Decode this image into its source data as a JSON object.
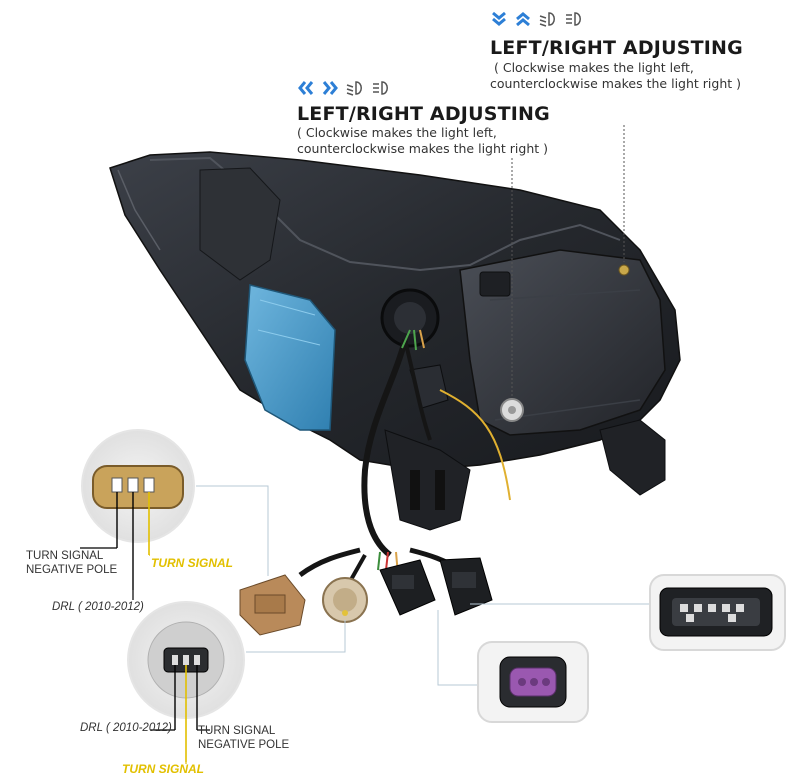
{
  "annotations": {
    "top_right": {
      "heading": "LEFT/RIGHT ADJUSTING",
      "line1": "( Clockwise makes the light left,",
      "line2": "counterclockwise makes the light right )"
    },
    "middle": {
      "heading": "LEFT/RIGHT ADJUSTING",
      "line1": "( Clockwise makes the light left,",
      "line2": "counterclockwise makes the light right )"
    }
  },
  "labels": {
    "upper_connector": {
      "turn_signal_negative_pole": "TURN SIGNAL\nNEGATIVE POLE",
      "turn_signal": "TURN SIGNAL",
      "drl": "DRL ( 2010-2012)"
    },
    "lower_connector": {
      "drl": "DRL ( 2010-2012)",
      "turn_signal_negative_pole": "TURN SIGNAL\nNEGATIVE POLE",
      "turn_signal": "TURN SIGNAL"
    }
  },
  "colors": {
    "accent_blue": "#2d7fd6",
    "housing_dark": "#2a2d33",
    "cover_blue": "#3c93c4",
    "yellow_label": "#e2c000",
    "connector_tan": "#c9a35b",
    "connector_purple": "#9a58b0"
  },
  "icons": [
    "chevron-down-icon",
    "chevron-up-icon",
    "low-beam-icon",
    "high-beam-icon",
    "chevron-left-icon",
    "chevron-right-icon"
  ]
}
